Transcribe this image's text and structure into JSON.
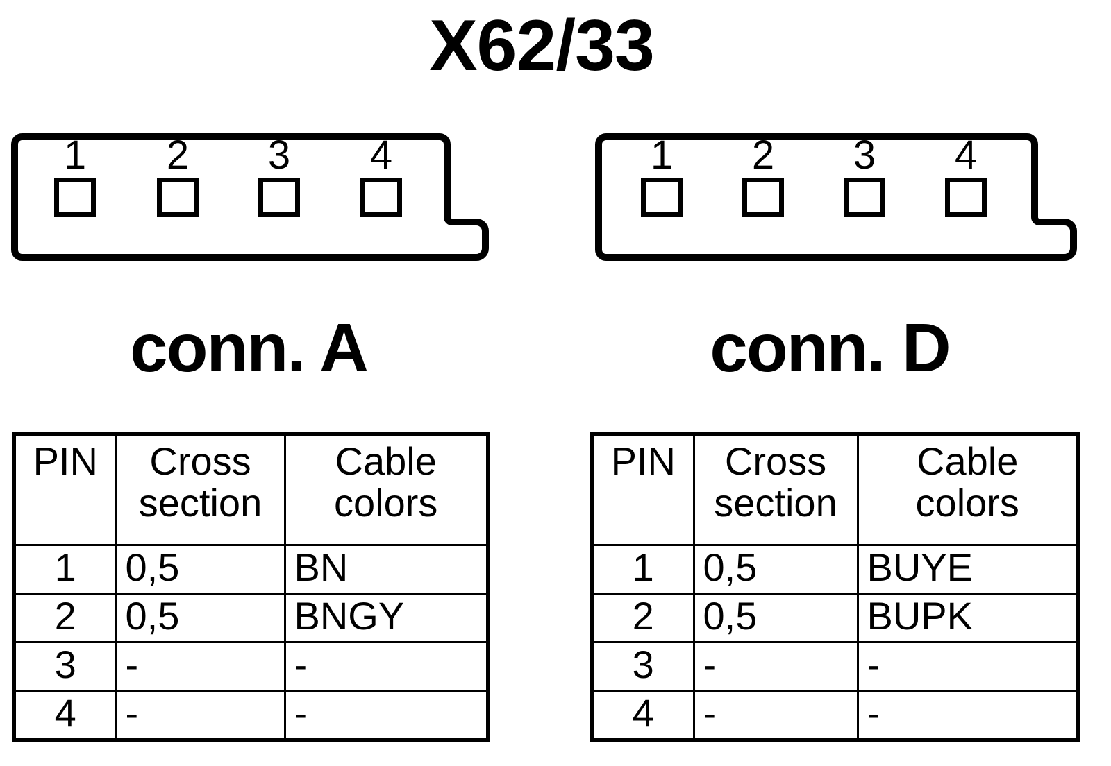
{
  "title": "X62/33",
  "connectors": [
    {
      "id": "a",
      "label": "conn. A",
      "pin_numbers": [
        "1",
        "2",
        "3",
        "4"
      ],
      "table": {
        "headers": [
          "PIN",
          "Cross section",
          "Cable colors"
        ],
        "header_lines": [
          [
            "PIN"
          ],
          [
            "Cross",
            "section"
          ],
          [
            "Cable",
            "colors"
          ]
        ],
        "rows": [
          {
            "pin": "1",
            "cross_section": "0,5",
            "cable_colors": "BN"
          },
          {
            "pin": "2",
            "cross_section": "0,5",
            "cable_colors": "BNGY"
          },
          {
            "pin": "3",
            "cross_section": "-",
            "cable_colors": "-"
          },
          {
            "pin": "4",
            "cross_section": "-",
            "cable_colors": "-"
          }
        ]
      }
    },
    {
      "id": "d",
      "label": "conn. D",
      "pin_numbers": [
        "1",
        "2",
        "3",
        "4"
      ],
      "table": {
        "headers": [
          "PIN",
          "Cross section",
          "Cable colors"
        ],
        "header_lines": [
          [
            "PIN"
          ],
          [
            "Cross",
            "section"
          ],
          [
            "Cable",
            "colors"
          ]
        ],
        "rows": [
          {
            "pin": "1",
            "cross_section": "0,5",
            "cable_colors": "BUYE"
          },
          {
            "pin": "2",
            "cross_section": "0,5",
            "cable_colors": "BUPK"
          },
          {
            "pin": "3",
            "cross_section": "-",
            "cable_colors": "-"
          },
          {
            "pin": "4",
            "cross_section": "-",
            "cable_colors": "-"
          }
        ]
      }
    }
  ],
  "colors": {
    "line": "#000000",
    "background": "#ffffff"
  }
}
